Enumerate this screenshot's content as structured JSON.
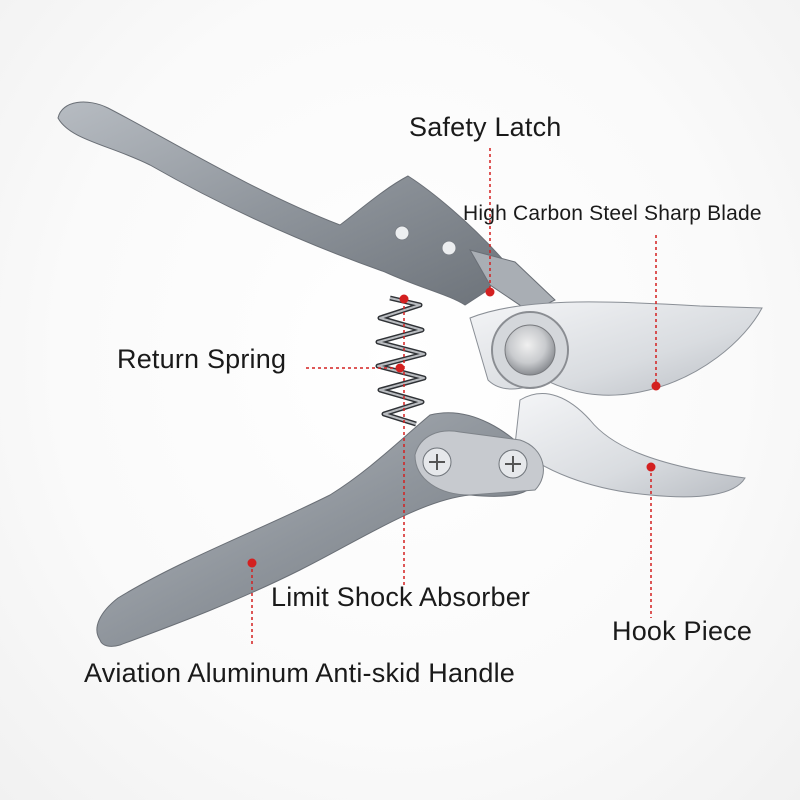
{
  "labels": {
    "safety_latch": "Safety Latch",
    "blade": "High Carbon Steel Sharp Blade",
    "return_spring": "Return Spring",
    "shock_absorber": "Limit Shock Absorber",
    "hook_piece": "Hook Piece",
    "handle": "Aviation Aluminum Anti-skid Handle"
  },
  "colors": {
    "leader": "#d32020",
    "handle": "#8f959c",
    "blade": "#dcdfe3"
  }
}
